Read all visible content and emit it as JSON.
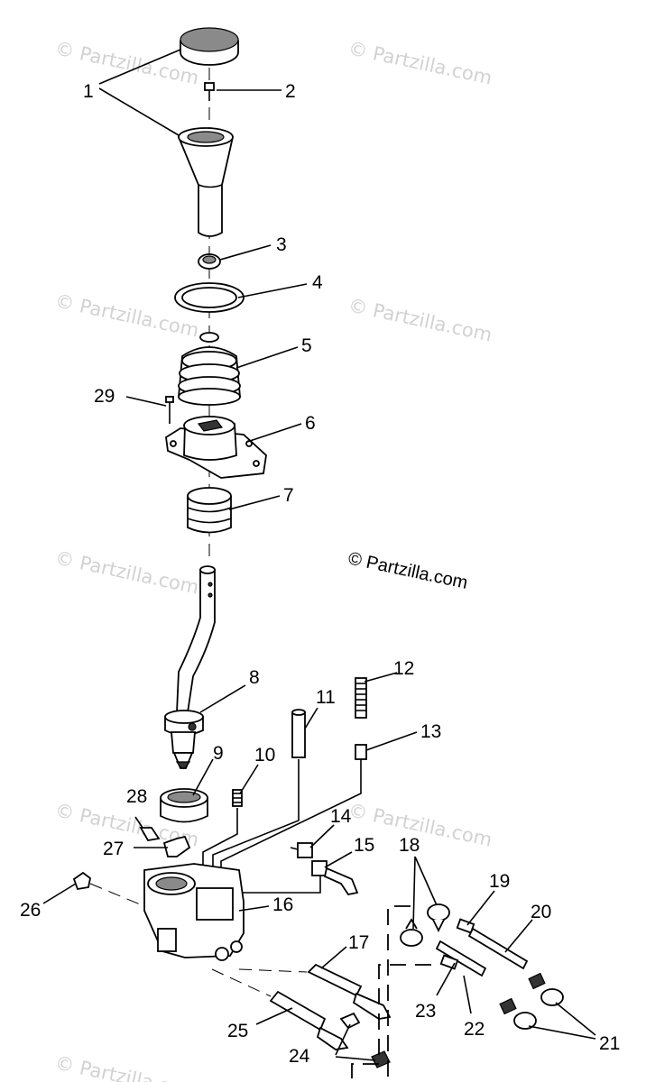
{
  "watermark": "© Partzilla.com",
  "copyright": "© Partzilla.com",
  "labels": {
    "l1": "1",
    "l2": "2",
    "l3": "3",
    "l4": "4",
    "l5": "5",
    "l6": "6",
    "l7": "7",
    "l8": "8",
    "l9": "9",
    "l10": "10",
    "l11": "11",
    "l12": "12",
    "l13": "13",
    "l14": "14",
    "l15": "15",
    "l16": "16",
    "l17": "17",
    "l18": "18",
    "l19": "19",
    "l20": "20",
    "l21": "21",
    "l22": "22",
    "l23": "23",
    "l24": "24",
    "l25": "25",
    "l26": "26",
    "l27": "27",
    "l28": "28",
    "l29": "29"
  }
}
